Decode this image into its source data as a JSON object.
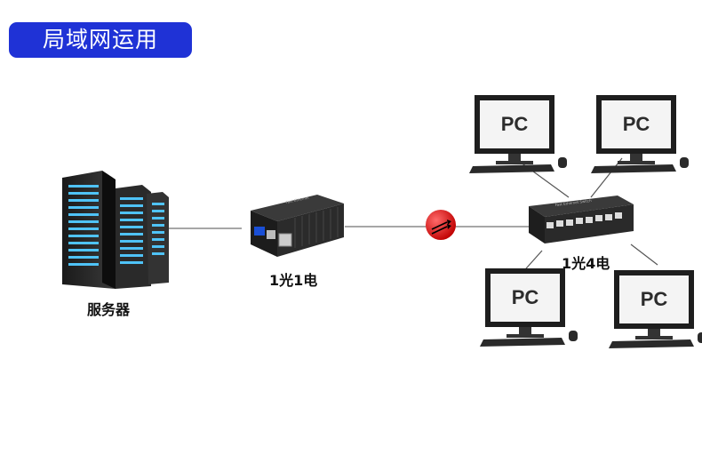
{
  "title": "局域网运用",
  "devices": {
    "server_label": "服务器",
    "converter_label": "1光1电",
    "switch_label": "1光4电",
    "pc_label": "PC"
  },
  "colors": {
    "title_bg": "#1f32d6",
    "title_text": "#ffffff",
    "signal_red": "#e11b1b",
    "line": "#6a6a6a"
  }
}
